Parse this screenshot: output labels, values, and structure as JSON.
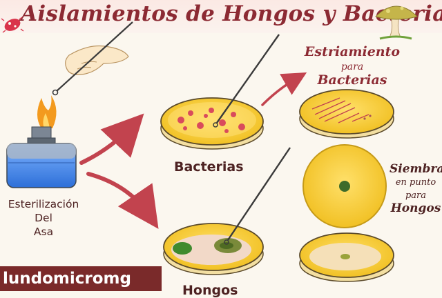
{
  "title": "Aislamientos de Hongos y Bacterias",
  "labels": {
    "sterilization": [
      "Esterilización",
      "Del",
      "Asa"
    ],
    "bacteria": "Bacterias",
    "fungi": "Hongos",
    "streak_big": "Estriamiento",
    "streak_small": "para",
    "streak_target": "Bacterias",
    "spot_line1": "Siembra",
    "spot_line2": "en punto",
    "spot_line3": "para",
    "spot_line4": "Hongos"
  },
  "brand": "lundomicromg",
  "icons": [
    "bacterium-icon",
    "mushroom-icon",
    "hand-icon",
    "burner-icon",
    "inoculation-loop-icon",
    "petri-dish-icon"
  ],
  "colors": {
    "title": "#8c2a33",
    "agar": "#f4c72a",
    "arrow": "#c2434e",
    "brand_bg": "#7a2a2a",
    "flame": "#f39a1e",
    "burner_liquid": "#4a8ff0"
  }
}
